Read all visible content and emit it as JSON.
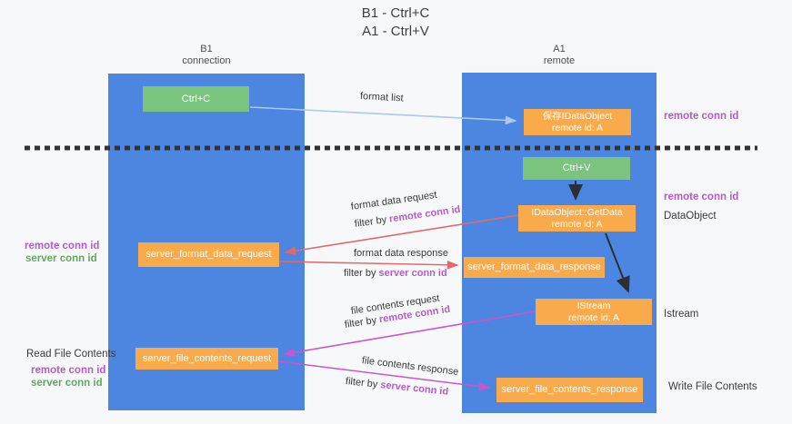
{
  "title": {
    "line1": "B1 - Ctrl+C",
    "line2": "A1 - Ctrl+V"
  },
  "lanes": {
    "left": {
      "name": "B1",
      "role": "connection"
    },
    "right": {
      "name": "A1",
      "role": "remote"
    }
  },
  "nodes": {
    "ctrl_c": "Ctrl+C",
    "ctrl_v": "Ctrl+V",
    "save_dataobject": {
      "line1": "保存IDataObject",
      "line2": "remote id: A"
    },
    "getdata": {
      "line1": "IDataObject::GetData",
      "line2": "remote id: A"
    },
    "istream": {
      "line1": "IStream",
      "line2": "remote id: A"
    },
    "server_format_data_request": "server_format_data_request",
    "server_format_data_response": "server_format_data_response",
    "server_file_contents_request": "server_file_contents_request",
    "server_file_contents_response": "server_file_contents_response"
  },
  "annotations": {
    "right_remote_conn_id_top": "remote conn id",
    "right_remote_conn_id_mid": "remote conn id",
    "dataobject": "DataObject",
    "istream": "Istream",
    "write_file_contents": "Write File Contents",
    "left_remote_conn_id_top": "remote conn id",
    "left_server_conn_id_top": "server conn id",
    "read_file_contents": "Read File Contents",
    "left_remote_conn_id_bottom": "remote conn id",
    "left_server_conn_id_bottom": "server conn id"
  },
  "flow_labels": {
    "format_list": "format list",
    "format_data_request": "format data request",
    "format_data_response": "format data response",
    "file_contents_request": "file contents request",
    "file_contents_response": "file contents response",
    "filter_prefix": "filter by ",
    "remote_conn_id": "remote conn id",
    "server_conn_id": "server conn id"
  },
  "colors": {
    "lane_blue": "#4c86e0",
    "node_orange": "#f9ab4b",
    "node_green": "#7bc47d",
    "arrow_blue": "#a6cbee",
    "arrow_salmon": "#e0696b",
    "arrow_magenta": "#cf52cf",
    "arrow_black": "#2f2f2f",
    "text_purple": "#b45cc8",
    "text_green": "#61a961"
  }
}
